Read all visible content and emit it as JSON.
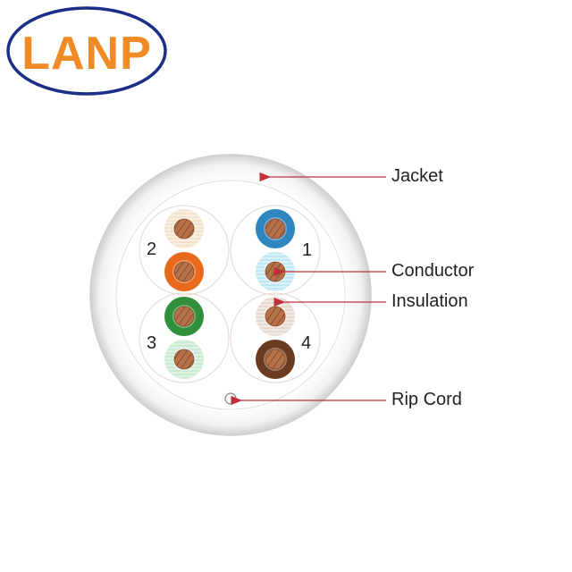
{
  "logo": {
    "text": "LANP",
    "text_color": "#f08a24",
    "ring_color": "#1c2f86"
  },
  "cable": {
    "jacket_fill": "#ffffff",
    "jacket_edge": "#d9d9d9",
    "pair_outline": "#e6d8d0",
    "pairs": [
      {
        "number": "1",
        "colors": [
          "#2e86c1",
          "#bfe6f2"
        ],
        "striped": [
          false,
          true
        ]
      },
      {
        "number": "2",
        "colors": [
          "#f3e3cd",
          "#e8691a"
        ],
        "striped": [
          true,
          false
        ]
      },
      {
        "number": "3",
        "colors": [
          "#2f8f3a",
          "#c9ead2"
        ],
        "striped": [
          false,
          true
        ]
      },
      {
        "number": "4",
        "colors": [
          "#e7d9cf",
          "#6a3b1f"
        ],
        "striped": [
          true,
          false
        ]
      }
    ],
    "conductor_color": "#b5714a"
  },
  "labels": {
    "jacket": "Jacket",
    "conductor": "Conductor",
    "insulation": "Insulation",
    "rip_cord": "Rip Cord"
  },
  "leader_color": "#c0303a"
}
